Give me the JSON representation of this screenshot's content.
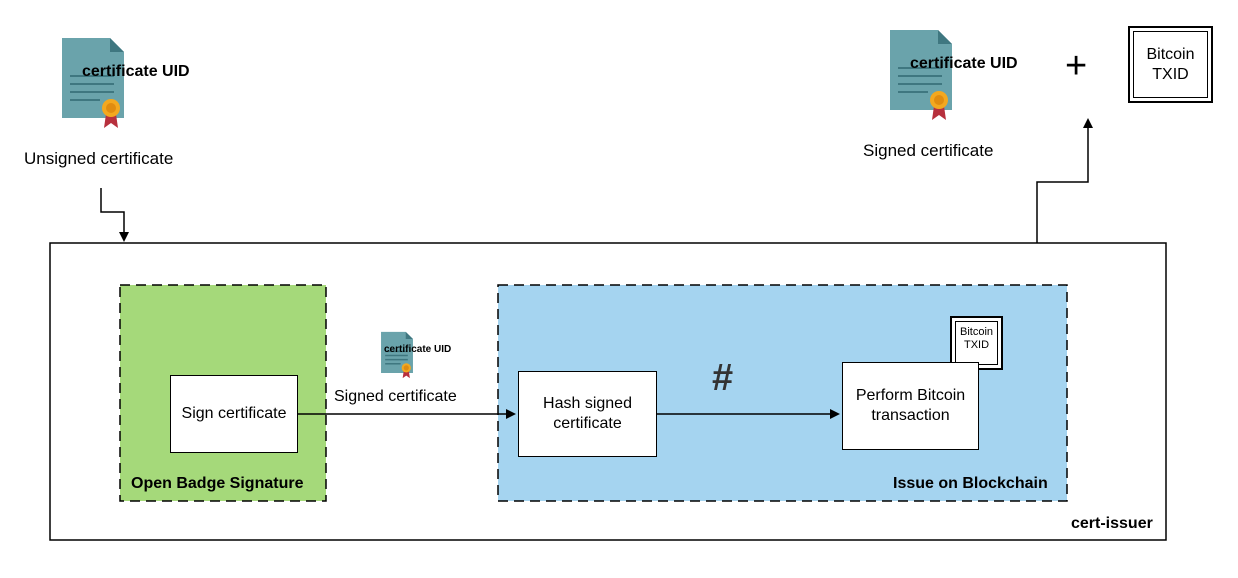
{
  "unsigned_cert": {
    "doc_label": "certificate UID",
    "caption": "Unsigned certificate"
  },
  "signed_cert_out": {
    "doc_label": "certificate UID",
    "caption": "Signed certificate",
    "plus": "+",
    "txid_label_line1": "Bitcoin",
    "txid_label_line2": "TXID"
  },
  "cert_issuer": {
    "label": "cert-issuer"
  },
  "open_badge": {
    "label": "Open Badge Signature",
    "fill": "#a5d97a",
    "step": "Sign certificate"
  },
  "middle_cert": {
    "doc_label": "certificate UID",
    "caption": "Signed certificate"
  },
  "blockchain": {
    "label": "Issue on Blockchain",
    "fill": "#a5d4f0",
    "hash_line1": "Hash signed",
    "hash_line2": "certificate",
    "hash_symbol": "#",
    "tx_line1": "Perform Bitcoin",
    "tx_line2": "transaction",
    "txid_line1": "Bitcoin",
    "txid_line2": "TXID"
  },
  "icons": [
    "certificate-document-icon",
    "hash-icon",
    "plus-icon"
  ]
}
